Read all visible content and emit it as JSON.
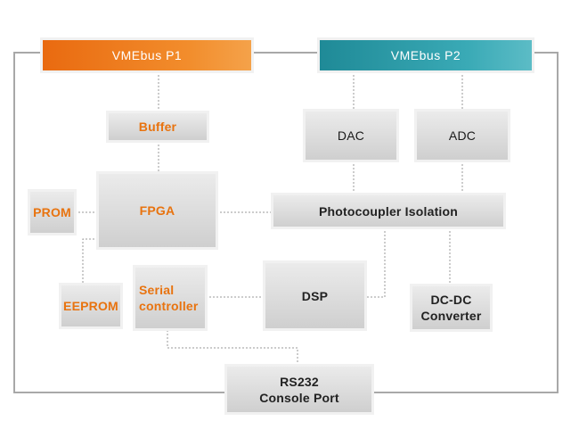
{
  "blocks": {
    "vmebus_p1": "VMEbus  P1",
    "vmebus_p2": "VMEbus  P2",
    "buffer": "Buffer",
    "dac": "DAC",
    "adc": "ADC",
    "prom": "PROM",
    "fpga": "FPGA",
    "photocoupler": "Photocoupler  Isolation",
    "eeprom": "EEPROM",
    "serial_controller": "Serial\ncontroller",
    "dsp": "DSP",
    "dcdc": "DC-DC\nConverter",
    "rs232": "RS232\nConsole  Port"
  },
  "colors": {
    "vmebus_p1": "#ee7a1c",
    "vmebus_p2": "#2d9ca8",
    "orange_text": "#e8730f",
    "frame_line": "#a8a8a8",
    "dotted_line": "#9a9a9a"
  }
}
